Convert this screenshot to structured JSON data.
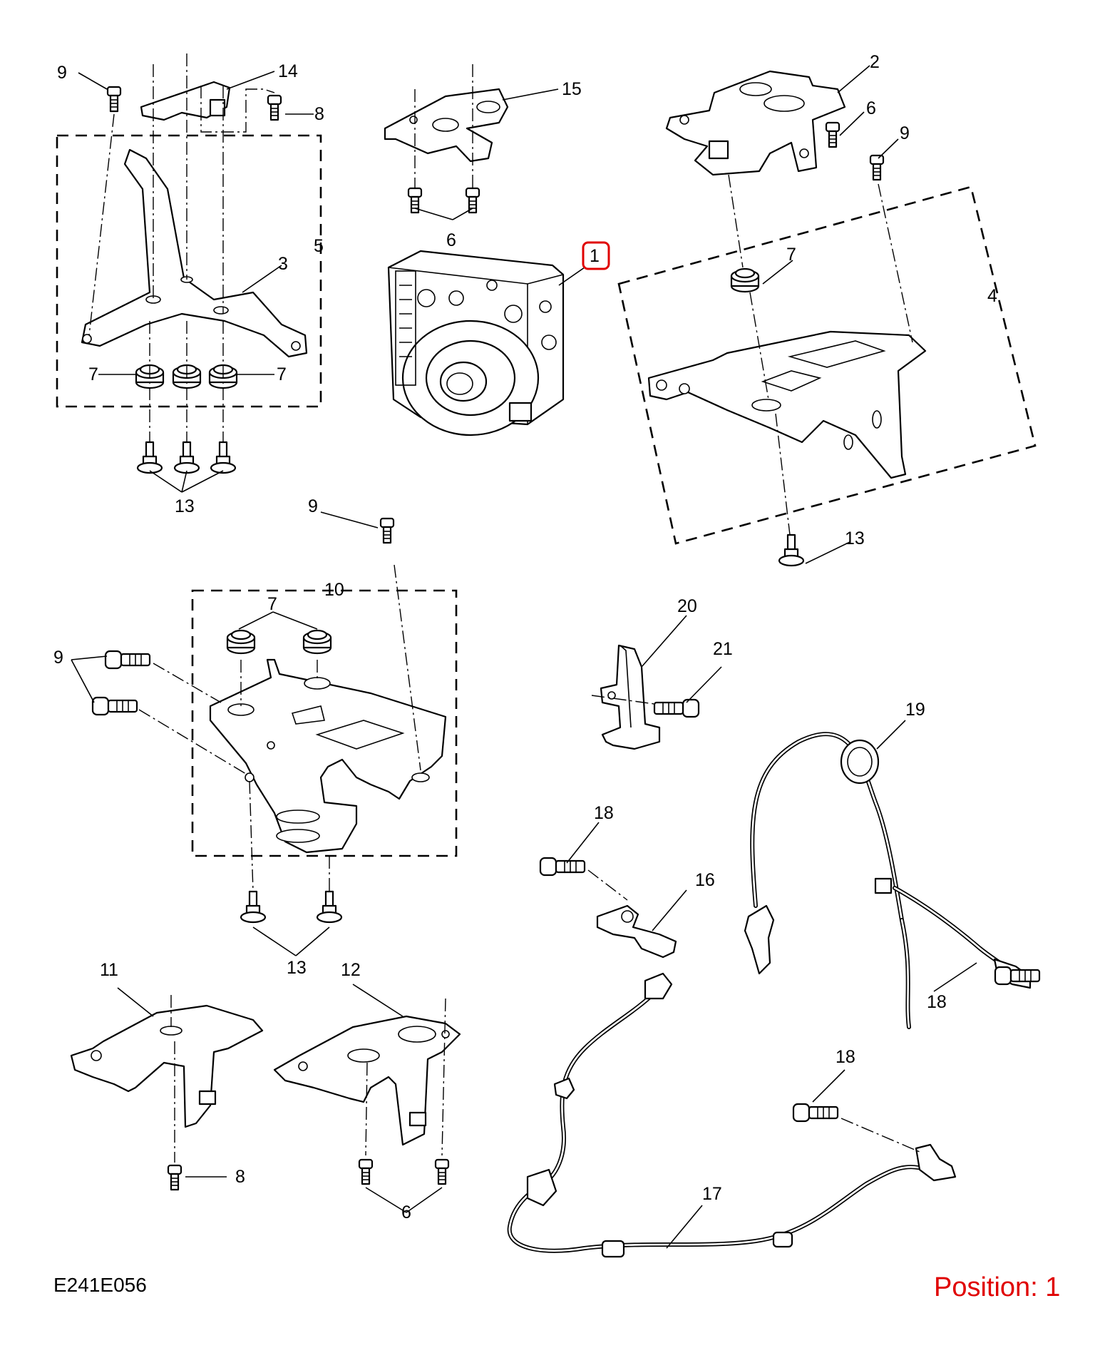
{
  "diagram": {
    "code": "E241E056",
    "position_label": "Position: 1",
    "highlight_color": "#e00000",
    "highlighted_callout": "1",
    "callouts": {
      "c1": "1",
      "c2": "2",
      "c3": "3",
      "c4": "4",
      "c5": "5",
      "c6a": "6",
      "c6b": "6",
      "c6c": "6",
      "c7a": "7",
      "c7b": "7",
      "c7c": "7",
      "c7d": "7",
      "c8a": "8",
      "c8b": "8",
      "c9a": "9",
      "c9b": "9",
      "c9c": "9",
      "c9d": "9",
      "c10": "10",
      "c11": "11",
      "c12": "12",
      "c13a": "13",
      "c13b": "13",
      "c13c": "13",
      "c14": "14",
      "c15": "15",
      "c16": "16",
      "c17": "17",
      "c18a": "18",
      "c18b": "18",
      "c18c": "18",
      "c19": "19",
      "c20": "20",
      "c21": "21"
    }
  }
}
